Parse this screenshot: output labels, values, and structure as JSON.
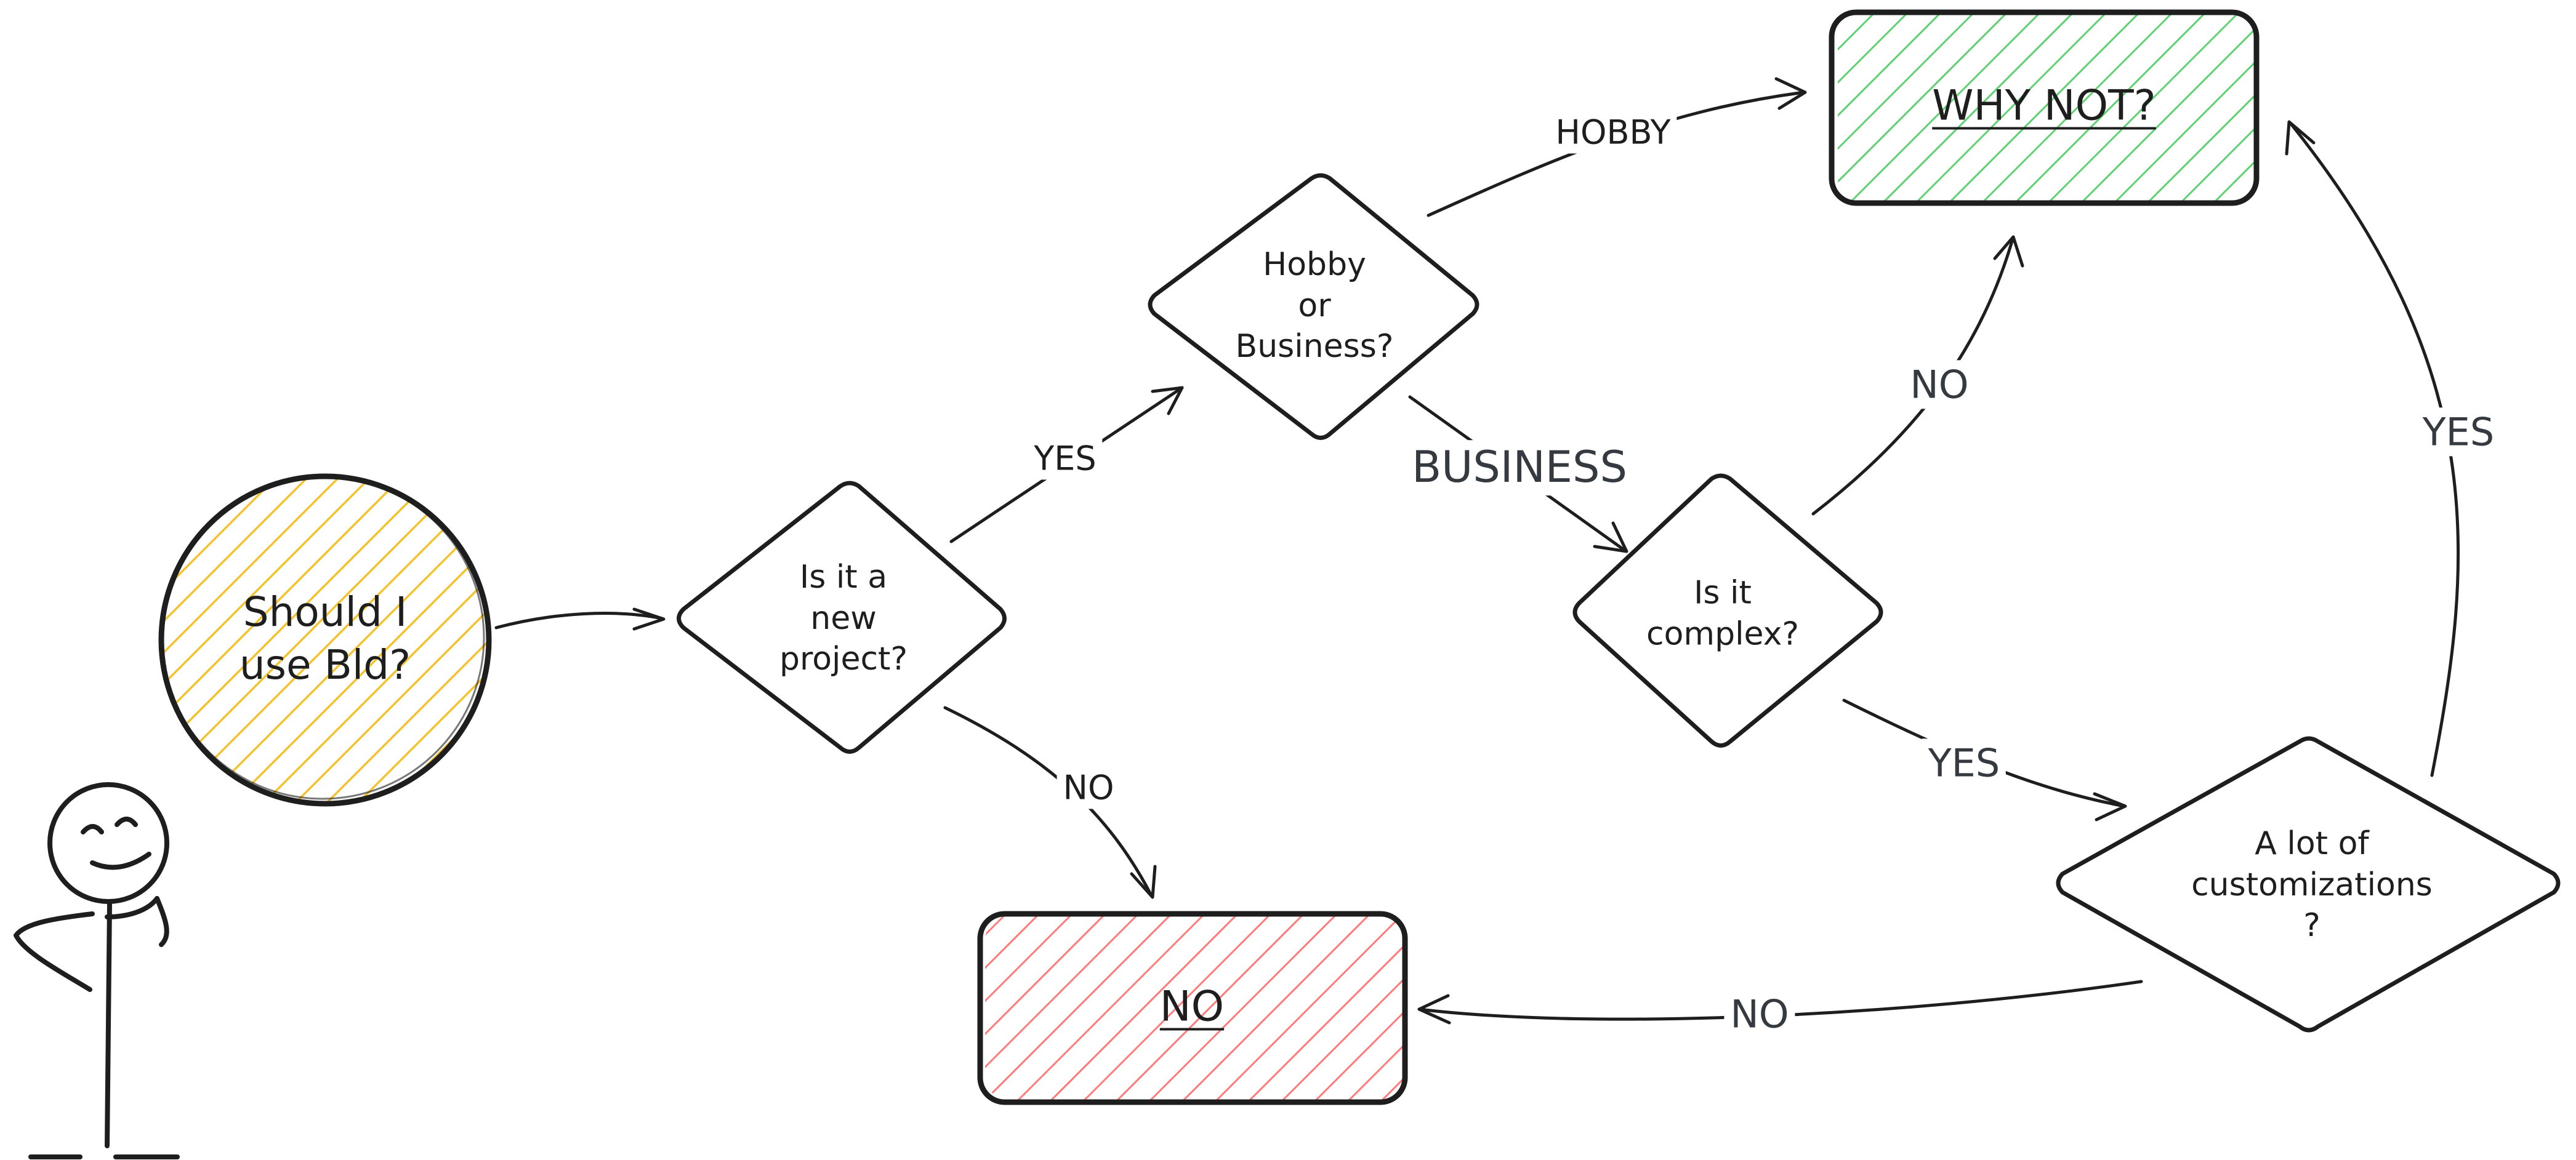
{
  "start": {
    "label": "Should I\nuse Bld?"
  },
  "decisions": {
    "new_project": "Is it a\nnew\nproject?",
    "hobby_business": "Hobby\nor\nBusiness?",
    "complex": "Is it\ncomplex?",
    "customizations": "A lot of\ncustomizations\n?"
  },
  "outcomes": {
    "why_not": "WHY NOT?",
    "no": "NO"
  },
  "edges": {
    "new_project_yes": "YES",
    "new_project_no": "NO",
    "hobby": "HOBBY",
    "business": "BUSINESS",
    "complex_no": "NO",
    "complex_yes": "YES",
    "custom_yes": "YES",
    "custom_no": "NO"
  },
  "colors": {
    "stroke": "#1e1e1e",
    "start_fill": "#f6c935",
    "yes_fill": "#40c057",
    "no_fill": "#fa5252"
  }
}
